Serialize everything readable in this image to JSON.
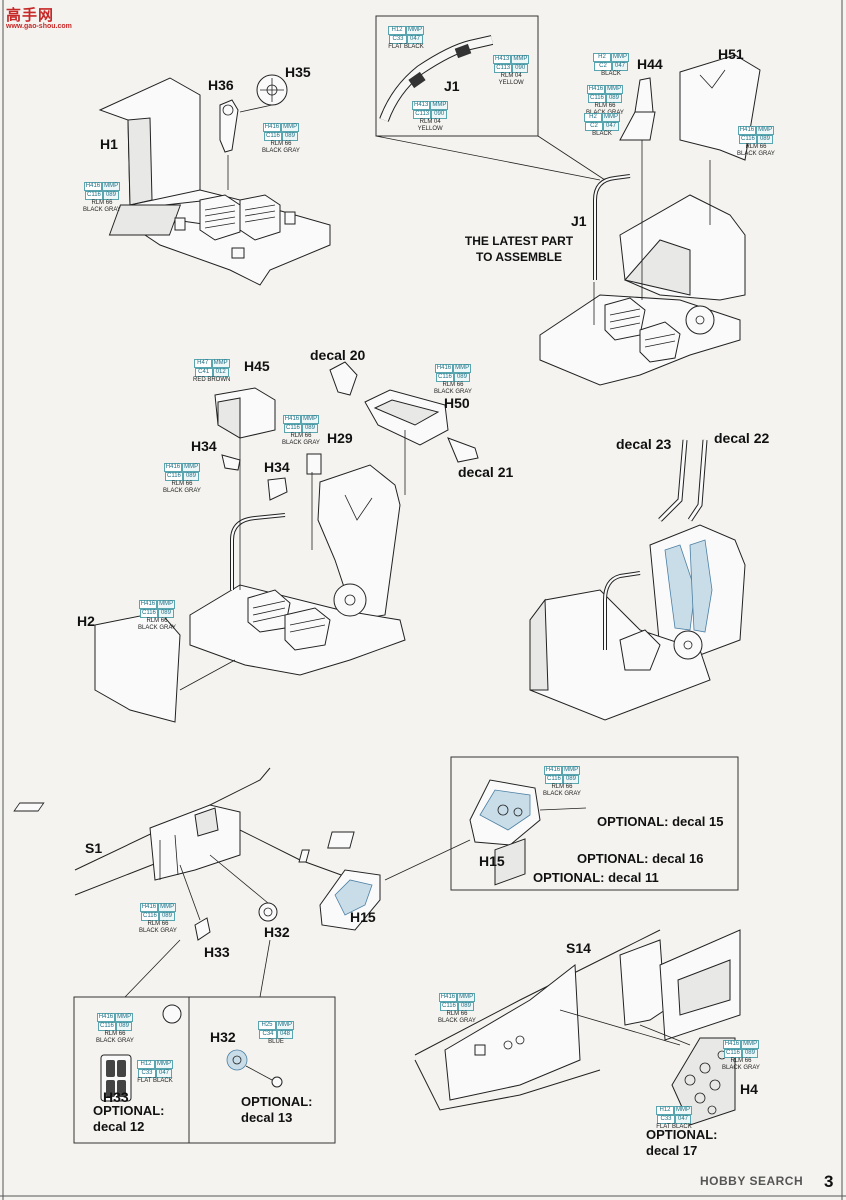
{
  "watermark_top": {
    "chars": "高手网",
    "url": "www.gao-shou.com"
  },
  "page_number": "3",
  "footer_brand": "HOBBY SEARCH",
  "parts": {
    "H1": "H1",
    "H35": "H35",
    "H36": "H36",
    "J1_top": "J1",
    "J1_mid": "J1",
    "H44": "H44",
    "H51": "H51",
    "H45": "H45",
    "H50": "H50",
    "H29": "H29",
    "H34a": "H34",
    "H34b": "H34",
    "H2": "H2",
    "S1": "S1",
    "H15a": "H15",
    "H15b": "H15",
    "H33": "H33",
    "H32": "H32",
    "H32b": "H32",
    "H33b": "H33",
    "S14": "S14",
    "H4": "H4"
  },
  "decals": {
    "decal20": "decal 20",
    "decal21": "decal 21",
    "decal22": "decal 22",
    "decal23": "decal 23"
  },
  "callout": {
    "line1": "THE LATEST PART",
    "line2": "TO ASSEMBLE"
  },
  "optional": {
    "d15": "OPTIONAL: decal 15",
    "d16": "OPTIONAL: decal 16",
    "d11": "OPTIONAL: decal 11",
    "d12_l1": "OPTIONAL:",
    "d12_l2": "decal 12",
    "d13_l1": "OPTIONAL:",
    "d13_l2": "decal 13",
    "d17_l1": "OPTIONAL:",
    "d17_l2": "decal 17"
  },
  "paints": {
    "p_h1": {
      "code": "H416",
      "mmp": "MMP",
      "c": "C116",
      "n": "089",
      "name1": "RLM 66",
      "name2": "BLACK GRAY"
    },
    "p_h35": {
      "code": "H416",
      "mmp": "MMP",
      "c": "C116",
      "n": "089",
      "name1": "RLM 66",
      "name2": "BLACK GRAY"
    },
    "p_j1a": {
      "code": "H12",
      "mmp": "MMP",
      "c": "C33",
      "n": "047",
      "name1": "FLAT BLACK",
      "name2": ""
    },
    "p_j1b": {
      "code": "H413",
      "mmp": "MMP",
      "c": "C113",
      "n": "090",
      "name1": "RLM 04",
      "name2": "YELLOW"
    },
    "p_j1c": {
      "code": "H413",
      "mmp": "MMP",
      "c": "C113",
      "n": "090",
      "name1": "RLM 04",
      "name2": "YELLOW"
    },
    "p_h44a": {
      "code": "H2",
      "mmp": "MMP",
      "c": "C2",
      "n": "047",
      "name1": "BLACK",
      "name2": ""
    },
    "p_h44b": {
      "code": "H416",
      "mmp": "MMP",
      "c": "C116",
      "n": "089",
      "name1": "RLM 66",
      "name2": "BLACK GRAY"
    },
    "p_h44c": {
      "code": "H2",
      "mmp": "MMP",
      "c": "C2",
      "n": "047",
      "name1": "BLACK",
      "name2": ""
    },
    "p_h51": {
      "code": "H416",
      "mmp": "MMP",
      "c": "C116",
      "n": "089",
      "name1": "RLM 66",
      "name2": "BLACK GRAY"
    },
    "p_h45": {
      "code": "H47",
      "mmp": "MMP",
      "c": "C41",
      "n": "012",
      "name1": "RED BROWN",
      "name2": ""
    },
    "p_h50": {
      "code": "H416",
      "mmp": "MMP",
      "c": "C116",
      "n": "089",
      "name1": "RLM 66",
      "name2": "BLACK GRAY"
    },
    "p_h29": {
      "code": "H416",
      "mmp": "MMP",
      "c": "C116",
      "n": "089",
      "name1": "RLM 66",
      "name2": "BLACK GRAY"
    },
    "p_h34": {
      "code": "H416",
      "mmp": "MMP",
      "c": "C116",
      "n": "089",
      "name1": "RLM 66",
      "name2": "BLACK GRAY"
    },
    "p_h2": {
      "code": "H416",
      "mmp": "MMP",
      "c": "C116",
      "n": "089",
      "name1": "RLM 66",
      "name2": "BLACK GRAY"
    },
    "p_h15": {
      "code": "H416",
      "mmp": "MMP",
      "c": "C116",
      "n": "089",
      "name1": "RLM 66",
      "name2": "BLACK GRAY"
    },
    "p_s1": {
      "code": "H416",
      "mmp": "MMP",
      "c": "C116",
      "n": "089",
      "name1": "RLM 66",
      "name2": "BLACK GRAY"
    },
    "p_h33a": {
      "code": "H416",
      "mmp": "MMP",
      "c": "C116",
      "n": "089",
      "name1": "RLM 66",
      "name2": "BLACK GRAY"
    },
    "p_h33b": {
      "code": "H12",
      "mmp": "MMP",
      "c": "C33",
      "n": "047",
      "name1": "FLAT BLACK",
      "name2": ""
    },
    "p_h32": {
      "code": "H25",
      "mmp": "MMP",
      "c": "C34",
      "n": "048",
      "name1": "BLUE",
      "name2": ""
    },
    "p_s14": {
      "code": "H416",
      "mmp": "MMP",
      "c": "C116",
      "n": "089",
      "name1": "RLM 66",
      "name2": "BLACK GRAY"
    },
    "p_h4a": {
      "code": "H416",
      "mmp": "MMP",
      "c": "C116",
      "n": "089",
      "name1": "RLM 66",
      "name2": "BLACK GRAY"
    },
    "p_h4b": {
      "code": "H12",
      "mmp": "MMP",
      "c": "C33",
      "n": "047",
      "name1": "FLAT BLACK",
      "name2": ""
    }
  }
}
